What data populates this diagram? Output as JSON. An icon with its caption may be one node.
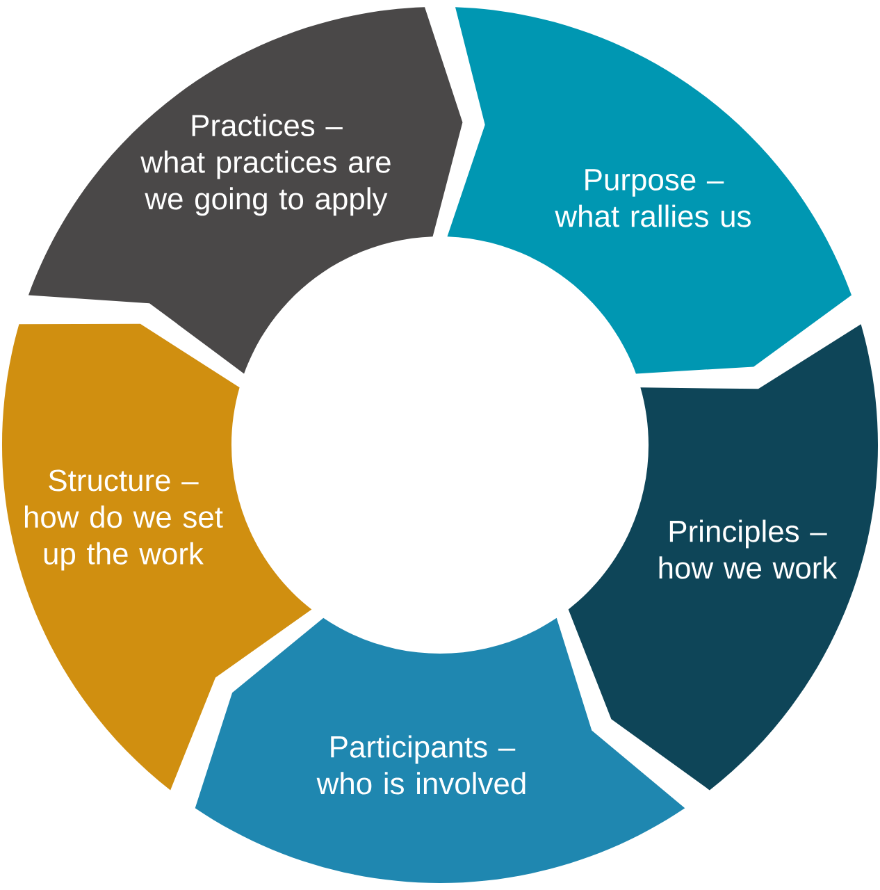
{
  "diagram": {
    "nodes": [
      {
        "text": [
          "Purpose –",
          "what rallies us"
        ]
      },
      {
        "text": [
          "Principles –",
          "how we work"
        ]
      },
      {
        "text": [
          "Participants –",
          "who is involved"
        ]
      },
      {
        "text": [
          "Structure –",
          "how do we set up the work"
        ]
      },
      {
        "text": [
          "Practices –",
          "what practices are we going to apply"
        ]
      }
    ]
  }
}
